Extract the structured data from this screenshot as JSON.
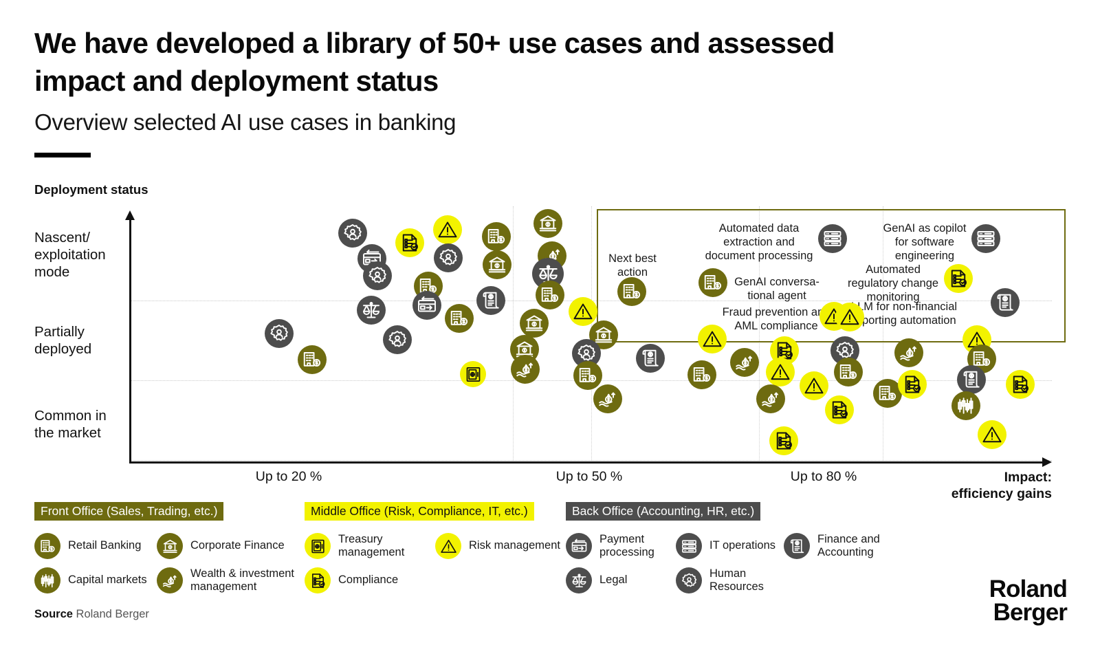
{
  "header": {
    "title": "We have developed a library of 50+ use cases and assessed impact and deployment status",
    "subtitle": "Overview selected AI use cases in banking"
  },
  "footer": {
    "source_label": "Source",
    "source_value": "Roland Berger",
    "logo_line1": "Roland",
    "logo_line2": "Berger"
  },
  "colors": {
    "front_office": "#6e6b10",
    "middle_office": "#f2f200",
    "back_office": "#4d4d4d",
    "highlight_box_border": "#6e6b10",
    "axis": "#111111",
    "gridline": "#c9c9c9"
  },
  "chart_data": {
    "type": "scatter",
    "title": "Overview selected AI use cases in banking",
    "xlabel": "Impact: efficiency gains",
    "ylabel": "Deployment status",
    "grid": true,
    "legend_position": "bottom",
    "y_axis_title": "Deployment status",
    "x_axis_title": "Impact:\nefficiency gains",
    "y_categories": [
      "Nascent/\nexploitation\nmode",
      "Partially\ndeployed",
      "Common in\nthe market"
    ],
    "x_categories": [
      "Up to 20 %",
      "Up to 50 %",
      "Up to 80 %"
    ],
    "series": [
      {
        "name": "Front Office (Sales, Trading, etc.)",
        "color": "#6e6b10"
      },
      {
        "name": "Middle Office (Risk, Compliance, IT, etc.)",
        "color": "#f2f200"
      },
      {
        "name": "Back Office (Accounting, HR, etc.)",
        "color": "#4d4d4d"
      }
    ],
    "points": [
      {
        "x": 406,
        "y": 485,
        "r": 21,
        "group": "back",
        "icon": "human-resources-icon"
      },
      {
        "x": 454,
        "y": 523,
        "r": 21,
        "group": "front",
        "icon": "retail-banking-icon"
      },
      {
        "x": 513,
        "y": 339,
        "r": 21,
        "group": "back",
        "icon": "human-resources-icon"
      },
      {
        "x": 541,
        "y": 376,
        "r": 21,
        "group": "back",
        "icon": "payment-processing-icon"
      },
      {
        "x": 549,
        "y": 401,
        "r": 21,
        "group": "back",
        "icon": "human-resources-icon"
      },
      {
        "x": 540,
        "y": 451,
        "r": 21,
        "group": "back",
        "icon": "legal-icon"
      },
      {
        "x": 578,
        "y": 494,
        "r": 21,
        "group": "back",
        "icon": "human-resources-icon"
      },
      {
        "x": 596,
        "y": 353,
        "r": 21,
        "group": "middle",
        "icon": "compliance-icon"
      },
      {
        "x": 651,
        "y": 334,
        "r": 21,
        "group": "middle",
        "icon": "risk-management-icon"
      },
      {
        "x": 652,
        "y": 375,
        "r": 21,
        "group": "back",
        "icon": "human-resources-icon"
      },
      {
        "x": 623,
        "y": 416,
        "r": 21,
        "group": "front",
        "icon": "retail-banking-icon"
      },
      {
        "x": 621,
        "y": 444,
        "r": 21,
        "group": "back",
        "icon": "payment-processing-icon"
      },
      {
        "x": 668,
        "y": 463,
        "r": 21,
        "group": "front",
        "icon": "retail-banking-icon"
      },
      {
        "x": 688,
        "y": 544,
        "r": 19,
        "group": "middle",
        "icon": "treasury-icon"
      },
      {
        "x": 722,
        "y": 344,
        "r": 21,
        "group": "front",
        "icon": "retail-banking-icon"
      },
      {
        "x": 723,
        "y": 385,
        "r": 21,
        "group": "front",
        "icon": "corporate-finance-icon"
      },
      {
        "x": 714,
        "y": 437,
        "r": 21,
        "group": "back",
        "icon": "finance-accounting-icon"
      },
      {
        "x": 797,
        "y": 325,
        "r": 21,
        "group": "front",
        "icon": "corporate-finance-icon"
      },
      {
        "x": 803,
        "y": 372,
        "r": 21,
        "group": "front",
        "icon": "wealth-investment-icon"
      },
      {
        "x": 797,
        "y": 398,
        "r": 23,
        "group": "back",
        "icon": "legal-icon"
      },
      {
        "x": 800,
        "y": 429,
        "r": 21,
        "group": "front",
        "icon": "retail-banking-icon"
      },
      {
        "x": 777,
        "y": 470,
        "r": 21,
        "group": "front",
        "icon": "corporate-finance-icon"
      },
      {
        "x": 763,
        "y": 508,
        "r": 21,
        "group": "front",
        "icon": "corporate-finance-icon"
      },
      {
        "x": 764,
        "y": 537,
        "r": 21,
        "group": "front",
        "icon": "wealth-investment-icon"
      },
      {
        "x": 848,
        "y": 453,
        "r": 21,
        "group": "middle",
        "icon": "risk-management-icon"
      },
      {
        "x": 878,
        "y": 487,
        "r": 21,
        "group": "front",
        "icon": "corporate-finance-icon"
      },
      {
        "x": 853,
        "y": 514,
        "r": 21,
        "group": "back",
        "icon": "human-resources-icon"
      },
      {
        "x": 855,
        "y": 546,
        "r": 21,
        "group": "front",
        "icon": "retail-banking-icon"
      },
      {
        "x": 884,
        "y": 580,
        "r": 21,
        "group": "front",
        "icon": "wealth-investment-icon"
      },
      {
        "x": 919,
        "y": 424,
        "r": 21,
        "group": "front",
        "icon": "retail-banking-icon"
      },
      {
        "x": 946,
        "y": 521,
        "r": 21,
        "group": "back",
        "icon": "finance-accounting-icon"
      },
      {
        "x": 1036,
        "y": 493,
        "r": 21,
        "group": "middle",
        "icon": "risk-management-icon"
      },
      {
        "x": 1021,
        "y": 545,
        "r": 21,
        "group": "front",
        "icon": "retail-banking-icon"
      },
      {
        "x": 1037,
        "y": 411,
        "r": 21,
        "group": "front",
        "icon": "retail-banking-icon"
      },
      {
        "x": 1083,
        "y": 527,
        "r": 21,
        "group": "front",
        "icon": "wealth-investment-icon"
      },
      {
        "x": 1141,
        "y": 510,
        "r": 21,
        "group": "middle",
        "icon": "compliance-icon"
      },
      {
        "x": 1135,
        "y": 541,
        "r": 21,
        "group": "middle",
        "icon": "risk-management-icon"
      },
      {
        "x": 1121,
        "y": 580,
        "r": 21,
        "group": "front",
        "icon": "wealth-investment-icon"
      },
      {
        "x": 1184,
        "y": 561,
        "r": 21,
        "group": "middle",
        "icon": "risk-management-icon"
      },
      {
        "x": 1140,
        "y": 641,
        "r": 21,
        "group": "middle",
        "icon": "compliance-icon"
      },
      {
        "x": 1221,
        "y": 596,
        "r": 21,
        "group": "middle",
        "icon": "compliance-icon"
      },
      {
        "x": 1213,
        "y": 460,
        "r": 21,
        "group": "middle",
        "icon": "risk-management-icon"
      },
      {
        "x": 1229,
        "y": 510,
        "r": 21,
        "group": "back",
        "icon": "human-resources-icon"
      },
      {
        "x": 1234,
        "y": 541,
        "r": 21,
        "group": "front",
        "icon": "retail-banking-icon"
      },
      {
        "x": 1291,
        "y": 572,
        "r": 21,
        "group": "front",
        "icon": "retail-banking-icon"
      },
      {
        "x": 1322,
        "y": 513,
        "r": 21,
        "group": "front",
        "icon": "wealth-investment-icon"
      },
      {
        "x": 1327,
        "y": 559,
        "r": 21,
        "group": "middle",
        "icon": "compliance-icon"
      },
      {
        "x": 1421,
        "y": 494,
        "r": 21,
        "group": "middle",
        "icon": "risk-management-icon"
      },
      {
        "x": 1428,
        "y": 522,
        "r": 21,
        "group": "front",
        "icon": "retail-banking-icon"
      },
      {
        "x": 1413,
        "y": 552,
        "r": 21,
        "group": "back",
        "icon": "finance-accounting-icon"
      },
      {
        "x": 1405,
        "y": 590,
        "r": 21,
        "group": "front",
        "icon": "capital-markets-icon"
      },
      {
        "x": 1443,
        "y": 632,
        "r": 21,
        "group": "middle",
        "icon": "risk-management-icon"
      },
      {
        "x": 1484,
        "y": 559,
        "r": 21,
        "group": "middle",
        "icon": "compliance-icon"
      },
      {
        "x": 1462,
        "y": 440,
        "r": 21,
        "group": "back",
        "icon": "finance-accounting-icon"
      },
      {
        "x": 1211,
        "y": 347,
        "r": 21,
        "group": "back",
        "icon": "it-operations-icon"
      },
      {
        "x": 1434,
        "y": 347,
        "r": 21,
        "group": "back",
        "icon": "it-operations-icon"
      },
      {
        "x": 1394,
        "y": 405,
        "r": 21,
        "group": "middle",
        "icon": "compliance-icon"
      },
      {
        "x": 1236,
        "y": 461,
        "r": 21,
        "group": "middle",
        "icon": "risk-management-icon"
      }
    ],
    "annotations": [
      {
        "text": "Next best\naction",
        "x": 920,
        "y": 366,
        "align": "center"
      },
      {
        "text": "Automated data\nextraction and\ndocument processing",
        "x": 1104,
        "y": 322,
        "align": "center"
      },
      {
        "text": "GenAI as copilot\nfor software\nengineering",
        "x": 1345,
        "y": 322,
        "align": "center"
      },
      {
        "text": "GenAI conversa-\ntional agent",
        "x": 1130,
        "y": 400,
        "align": "center"
      },
      {
        "text": "Automated\nregulatory change\nmonitoring",
        "x": 1299,
        "y": 382,
        "align": "center"
      },
      {
        "text": "Fraud prevention and\nAML compliance",
        "x": 1129,
        "y": 444,
        "align": "center"
      },
      {
        "text": "LLM for non-financial\nreporting automation",
        "x": 1315,
        "y": 436,
        "align": "center"
      }
    ]
  },
  "legend": {
    "front_office": {
      "header": "Front Office (Sales, Trading, etc.)",
      "items": [
        {
          "label": "Retail Banking",
          "icon": "retail-banking-icon"
        },
        {
          "label": "Corporate Finance",
          "icon": "corporate-finance-icon"
        },
        {
          "label": "Capital markets",
          "icon": "capital-markets-icon"
        },
        {
          "label": "Wealth & investment\nmanagement",
          "icon": "wealth-investment-icon"
        }
      ]
    },
    "middle_office": {
      "header": "Middle Office (Risk, Compliance, IT, etc.)",
      "items": [
        {
          "label": "Treasury\nmanagement",
          "icon": "treasury-icon"
        },
        {
          "label": "Risk management",
          "icon": "risk-management-icon"
        },
        {
          "label": "Compliance",
          "icon": "compliance-icon"
        }
      ]
    },
    "back_office": {
      "header": "Back Office (Accounting, HR, etc.)",
      "items": [
        {
          "label": "Payment\nprocessing",
          "icon": "payment-processing-icon"
        },
        {
          "label": "IT operations",
          "icon": "it-operations-icon"
        },
        {
          "label": "Finance and\nAccounting",
          "icon": "finance-accounting-icon"
        },
        {
          "label": "Legal",
          "icon": "legal-icon"
        },
        {
          "label": "Human\nResources",
          "icon": "human-resources-icon"
        }
      ]
    }
  }
}
